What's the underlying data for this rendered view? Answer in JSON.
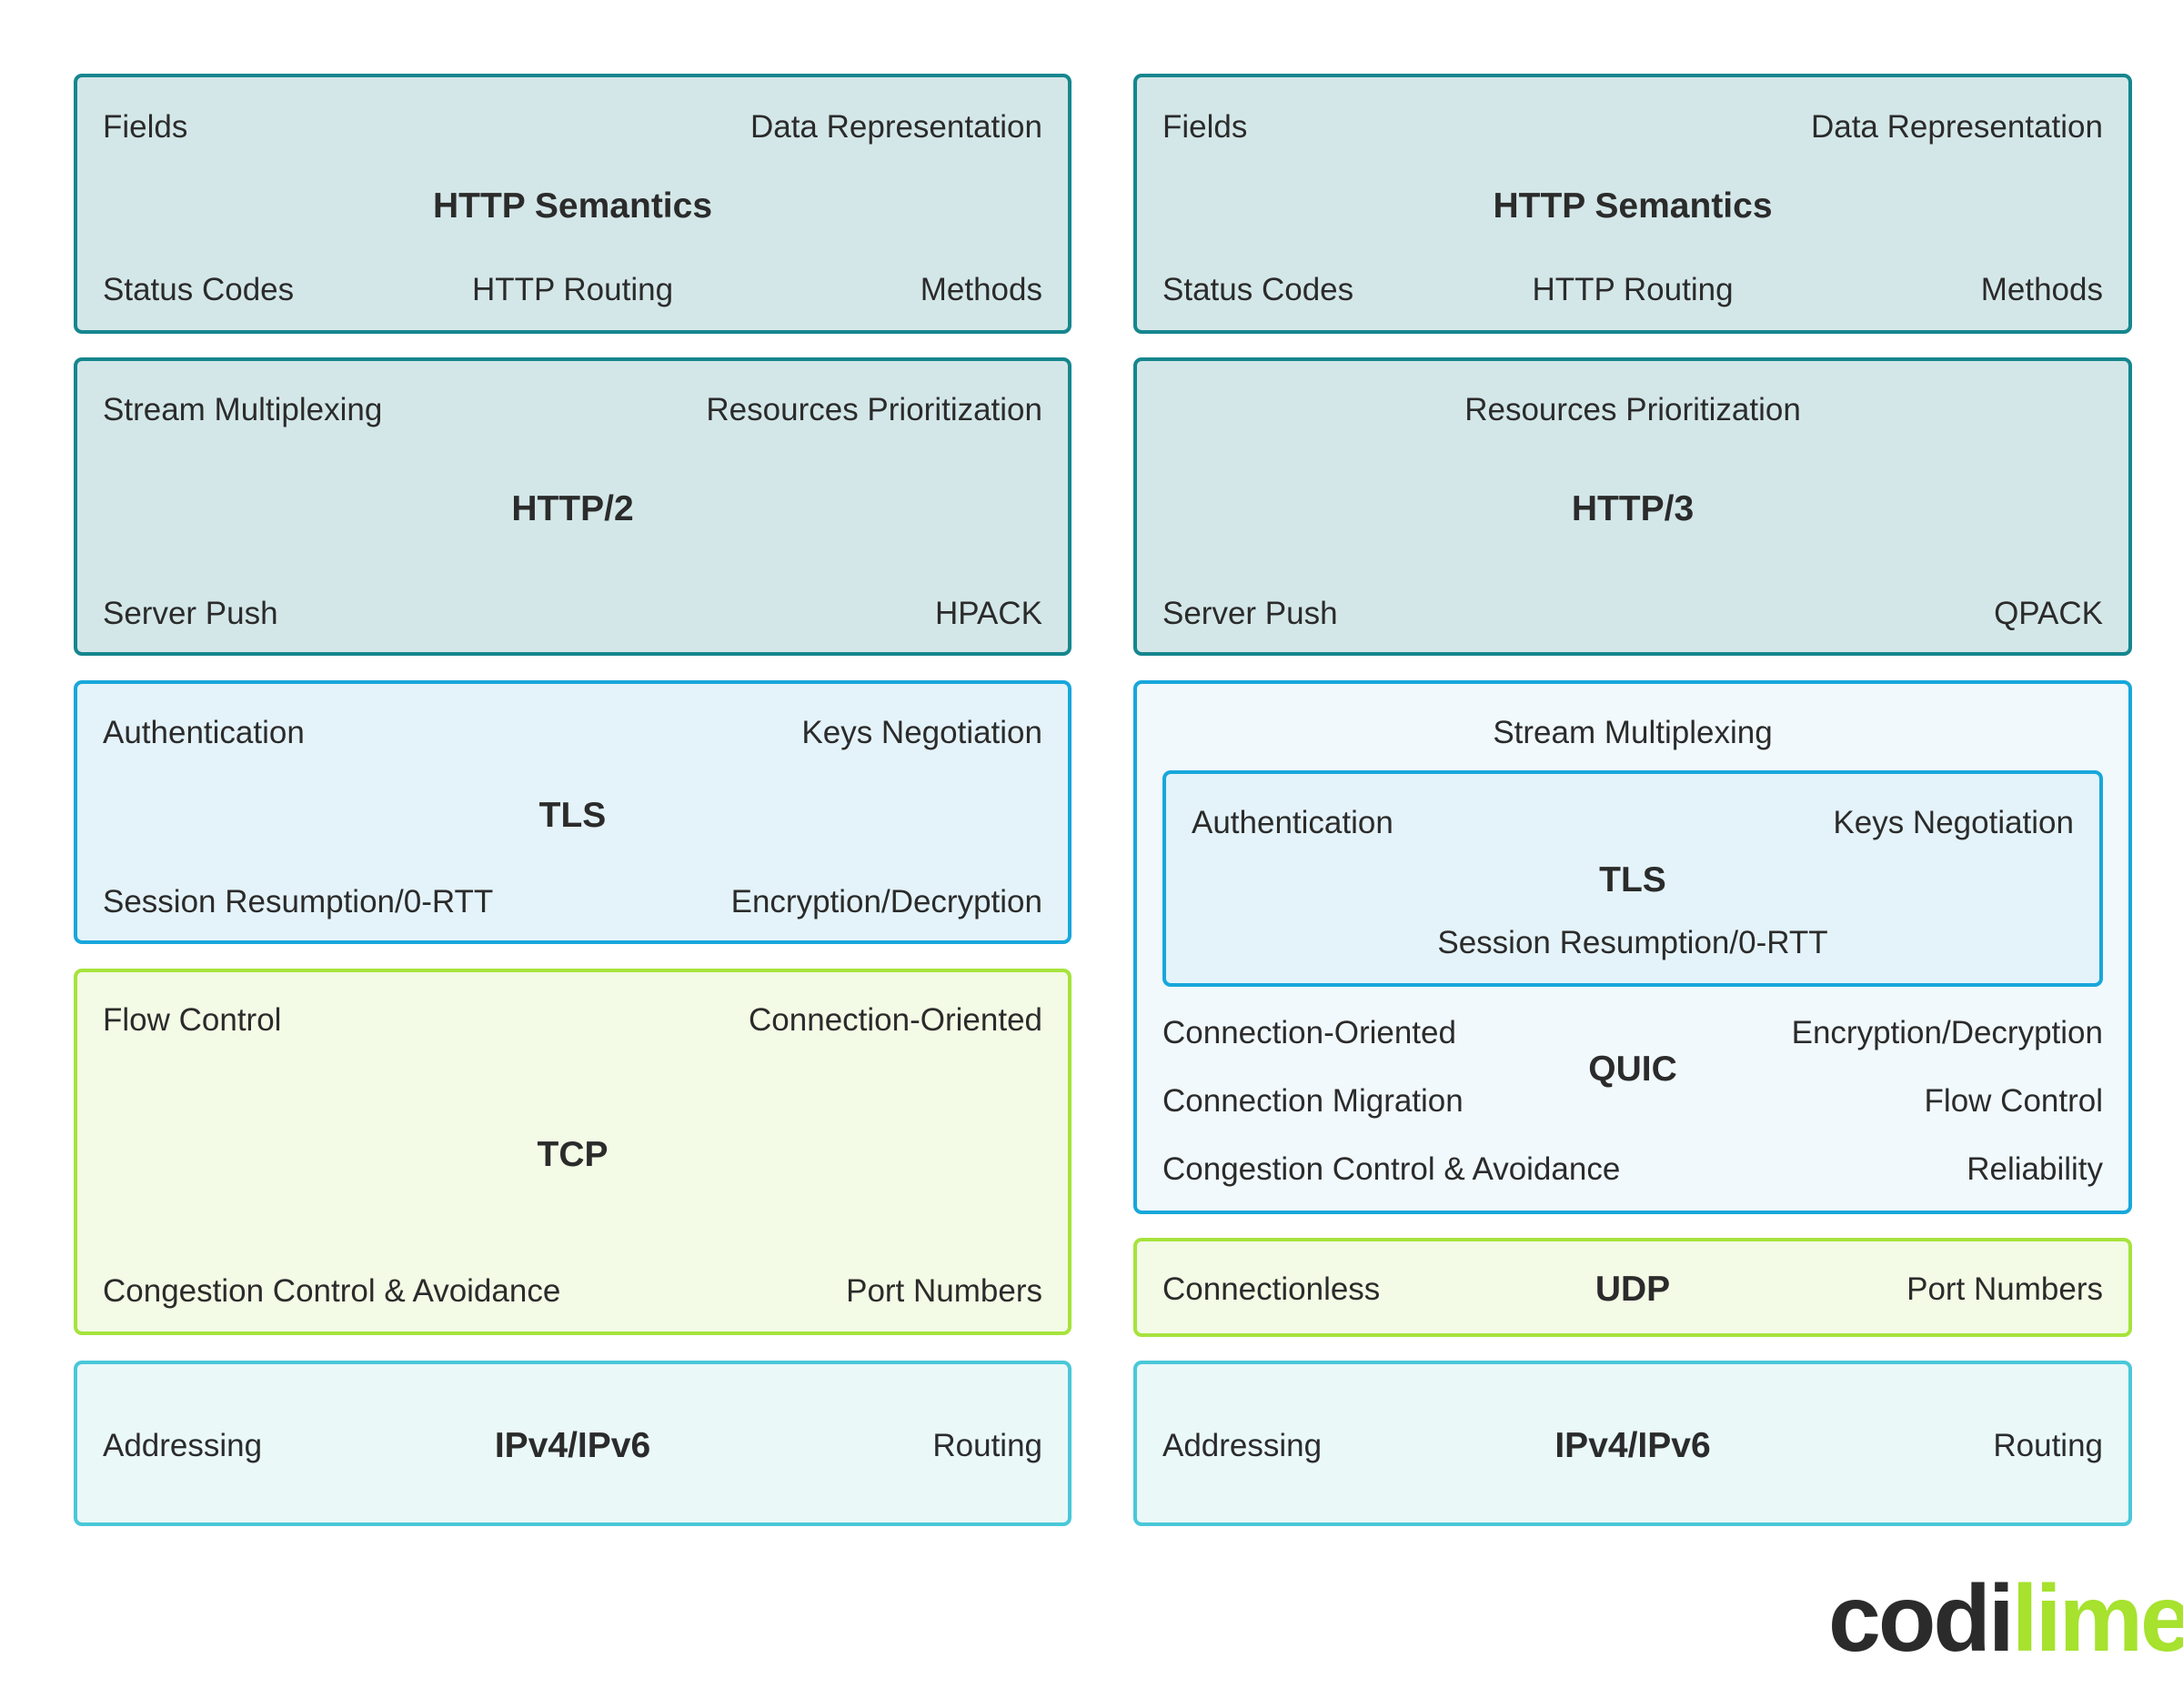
{
  "left": {
    "http_semantics": {
      "title": "HTTP Semantics",
      "fields": "Fields",
      "data_representation": "Data Representation",
      "status_codes": "Status Codes",
      "http_routing": "HTTP Routing",
      "methods": "Methods"
    },
    "http2": {
      "title": "HTTP/2",
      "stream_multiplexing": "Stream Multiplexing",
      "resources_prioritization": "Resources Prioritization",
      "server_push": "Server Push",
      "hpack": "HPACK"
    },
    "tls": {
      "title": "TLS",
      "authentication": "Authentication",
      "keys_negotiation": "Keys Negotiation",
      "session_resumption": "Session Resumption/0-RTT",
      "encryption": "Encryption/Decryption"
    },
    "tcp": {
      "title": "TCP",
      "flow_control": "Flow Control",
      "connection_oriented": "Connection-Oriented",
      "congestion_control": "Congestion Control & Avoidance",
      "port_numbers": "Port Numbers"
    },
    "ip": {
      "title": "IPv4/IPv6",
      "addressing": "Addressing",
      "routing": "Routing"
    }
  },
  "right": {
    "http_semantics": {
      "title": "HTTP Semantics",
      "fields": "Fields",
      "data_representation": "Data Representation",
      "status_codes": "Status Codes",
      "http_routing": "HTTP Routing",
      "methods": "Methods"
    },
    "http3": {
      "title": "HTTP/3",
      "resources_prioritization": "Resources Prioritization",
      "server_push": "Server Push",
      "qpack": "QPACK"
    },
    "quic": {
      "title": "QUIC",
      "stream_multiplexing": "Stream Multiplexing",
      "connection_oriented": "Connection-Oriented",
      "encryption": "Encryption/Decryption",
      "connection_migration": "Connection Migration",
      "flow_control": "Flow Control",
      "congestion_control": "Congestion Control & Avoidance",
      "reliability": "Reliability",
      "tls": {
        "title": "TLS",
        "authentication": "Authentication",
        "keys_negotiation": "Keys Negotiation",
        "session_resumption": "Session Resumption/0-RTT"
      }
    },
    "udp": {
      "title": "UDP",
      "connectionless": "Connectionless",
      "port_numbers": "Port Numbers"
    },
    "ip": {
      "title": "IPv4/IPv6",
      "addressing": "Addressing",
      "routing": "Routing"
    }
  },
  "logo": {
    "part1": "codi",
    "part2": "lime"
  },
  "colors": {
    "teal_border": "#16868e",
    "teal_fill": "#d4e7e8",
    "blue_border": "#18a7db",
    "blue_fill": "#e4f3f9",
    "green_border": "#a6e33c",
    "green_fill": "#f3fae5",
    "cyan_border": "#49c8d8",
    "cyan_fill": "#eaf8f8",
    "logo_lime": "#a6e22e"
  }
}
